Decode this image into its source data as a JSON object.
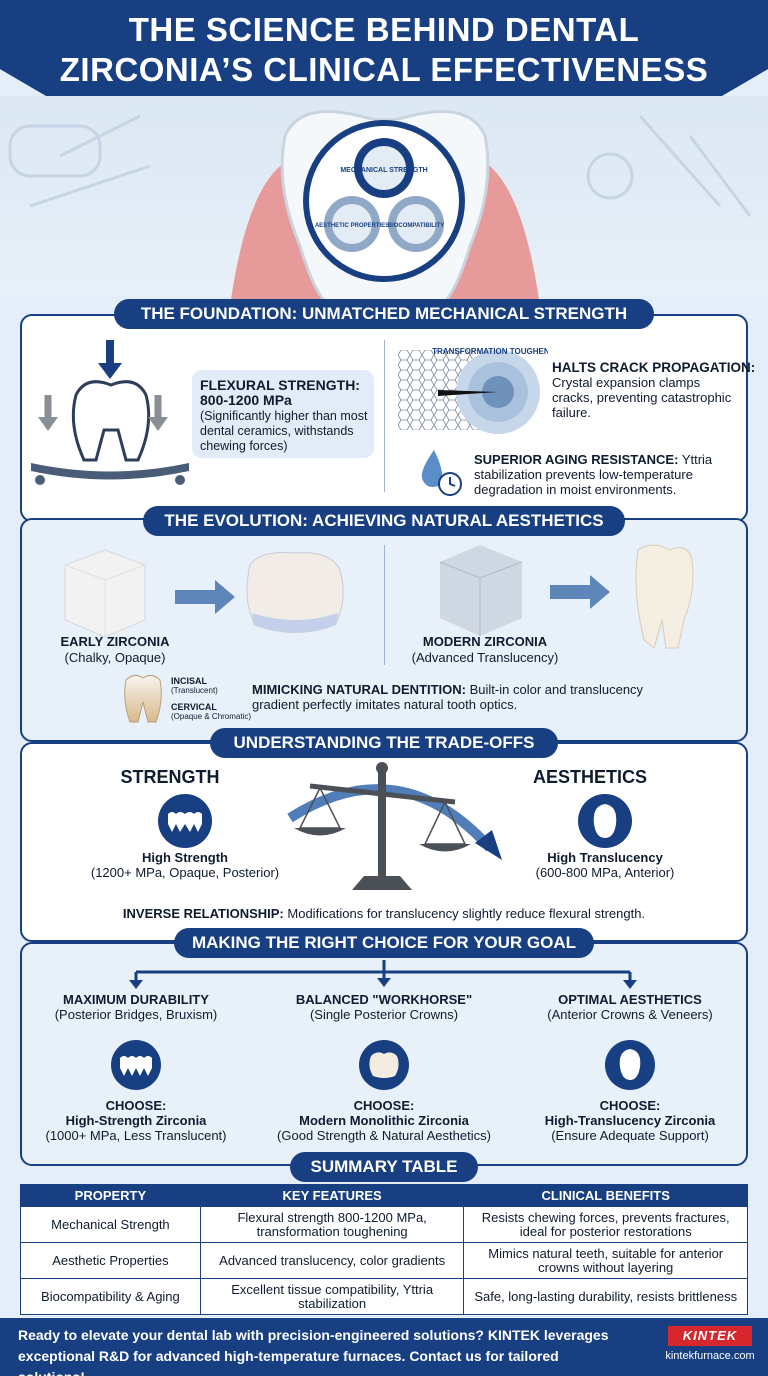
{
  "header": {
    "title_line1": "THE SCIENCE BEHIND DENTAL",
    "title_line2": "ZIRCONIA’S CLINICAL EFFECTIVENESS"
  },
  "hero": {
    "gear_top": "MECHANICAL STRENGTH",
    "gear_left": "AESTHETIC PROPERTIES",
    "gear_right": "BIOCOMPATIBILITY"
  },
  "mechanical": {
    "title": "THE FOUNDATION: UNMATCHED MECHANICAL STRENGTH",
    "flexural_title": "FLEXURAL STRENGTH:",
    "flexural_value": "800-1200 MPa",
    "flexural_desc": "(Significantly higher than most dental ceramics, withstands chewing forces)",
    "transformation_label": "TRANSFORMATION TOUGHENING",
    "crack_title": "HALTS CRACK PROPAGATION:",
    "crack_desc": "Crystal expansion clamps cracks, preventing catastrophic failure.",
    "aging_title": "SUPERIOR AGING RESISTANCE:",
    "aging_desc": "Yttria stabilization prevents low-temperature degradation in moist environments."
  },
  "aesthetics": {
    "title": "THE EVOLUTION: ACHIEVING NATURAL AESTHETICS",
    "early_title": "EARLY ZIRCONIA",
    "early_desc": "(Chalky, Opaque)",
    "modern_title": "MODERN ZIRCONIA",
    "modern_desc": "(Advanced Translucency)",
    "incisal": "INCISAL",
    "incisal_sub": "(Translucent)",
    "cervical": "CERVICAL",
    "cervical_sub": "(Opaque & Chromatic)",
    "mimic_title": "MIMICKING NATURAL DENTITION:",
    "mimic_desc": "Built-in color and translucency gradient perfectly imitates natural tooth optics."
  },
  "tradeoffs": {
    "title": "UNDERSTANDING THE TRADE-OFFS",
    "strength_label": "STRENGTH",
    "aesthetics_label": "AESTHETICS",
    "left_title": "High Strength",
    "left_desc": "(1200+ MPa, Opaque, Posterior)",
    "right_title": "High Translucency",
    "right_desc": "(600-800 MPa, Anterior)",
    "inverse_title": "INVERSE RELATIONSHIP:",
    "inverse_desc": "Modifications for translucency slightly reduce flexural strength."
  },
  "choice": {
    "title": "MAKING THE RIGHT CHOICE FOR YOUR GOAL",
    "options": [
      {
        "goal": "MAXIMUM DURABILITY",
        "goal_desc": "(Posterior Bridges, Bruxism)",
        "choose": "CHOOSE:",
        "product": "High-Strength Zirconia",
        "detail": "(1000+ MPa, Less Translucent)"
      },
      {
        "goal": "BALANCED \"WORKHORSE\"",
        "goal_desc": "(Single Posterior Crowns)",
        "choose": "CHOOSE:",
        "product": "Modern Monolithic Zirconia",
        "detail": "(Good Strength & Natural Aesthetics)"
      },
      {
        "goal": "OPTIMAL AESTHETICS",
        "goal_desc": "(Anterior Crowns & Veneers)",
        "choose": "CHOOSE:",
        "product": "High-Translucency Zirconia",
        "detail": "(Ensure Adequate Support)"
      }
    ]
  },
  "summary": {
    "title": "SUMMARY TABLE",
    "headers": [
      "PROPERTY",
      "KEY FEATURES",
      "CLINICAL BENEFITS"
    ],
    "rows": [
      [
        "Mechanical Strength",
        "Flexural strength 800-1200 MPa, transformation toughening",
        "Resists chewing forces, prevents fractures, ideal for posterior restorations"
      ],
      [
        "Aesthetic Properties",
        "Advanced translucency, color gradients",
        "Mimics natural teeth, suitable for anterior crowns without layering"
      ],
      [
        "Biocompatibility & Aging",
        "Excellent tissue compatibility, Yttria stabilization",
        "Safe, long-lasting durability, resists brittleness"
      ]
    ]
  },
  "footer": {
    "text": "Ready to elevate your dental lab with precision-engineered solutions? KINTEK leverages exceptional R&D for advanced high-temperature furnaces. Contact us for tailored solutions!",
    "logo": "KINTEK",
    "url": "kintekfurnace.com"
  },
  "colors": {
    "navy": "#173f82",
    "accent_red": "#d7262c",
    "light_blue": "#e4eef8"
  }
}
